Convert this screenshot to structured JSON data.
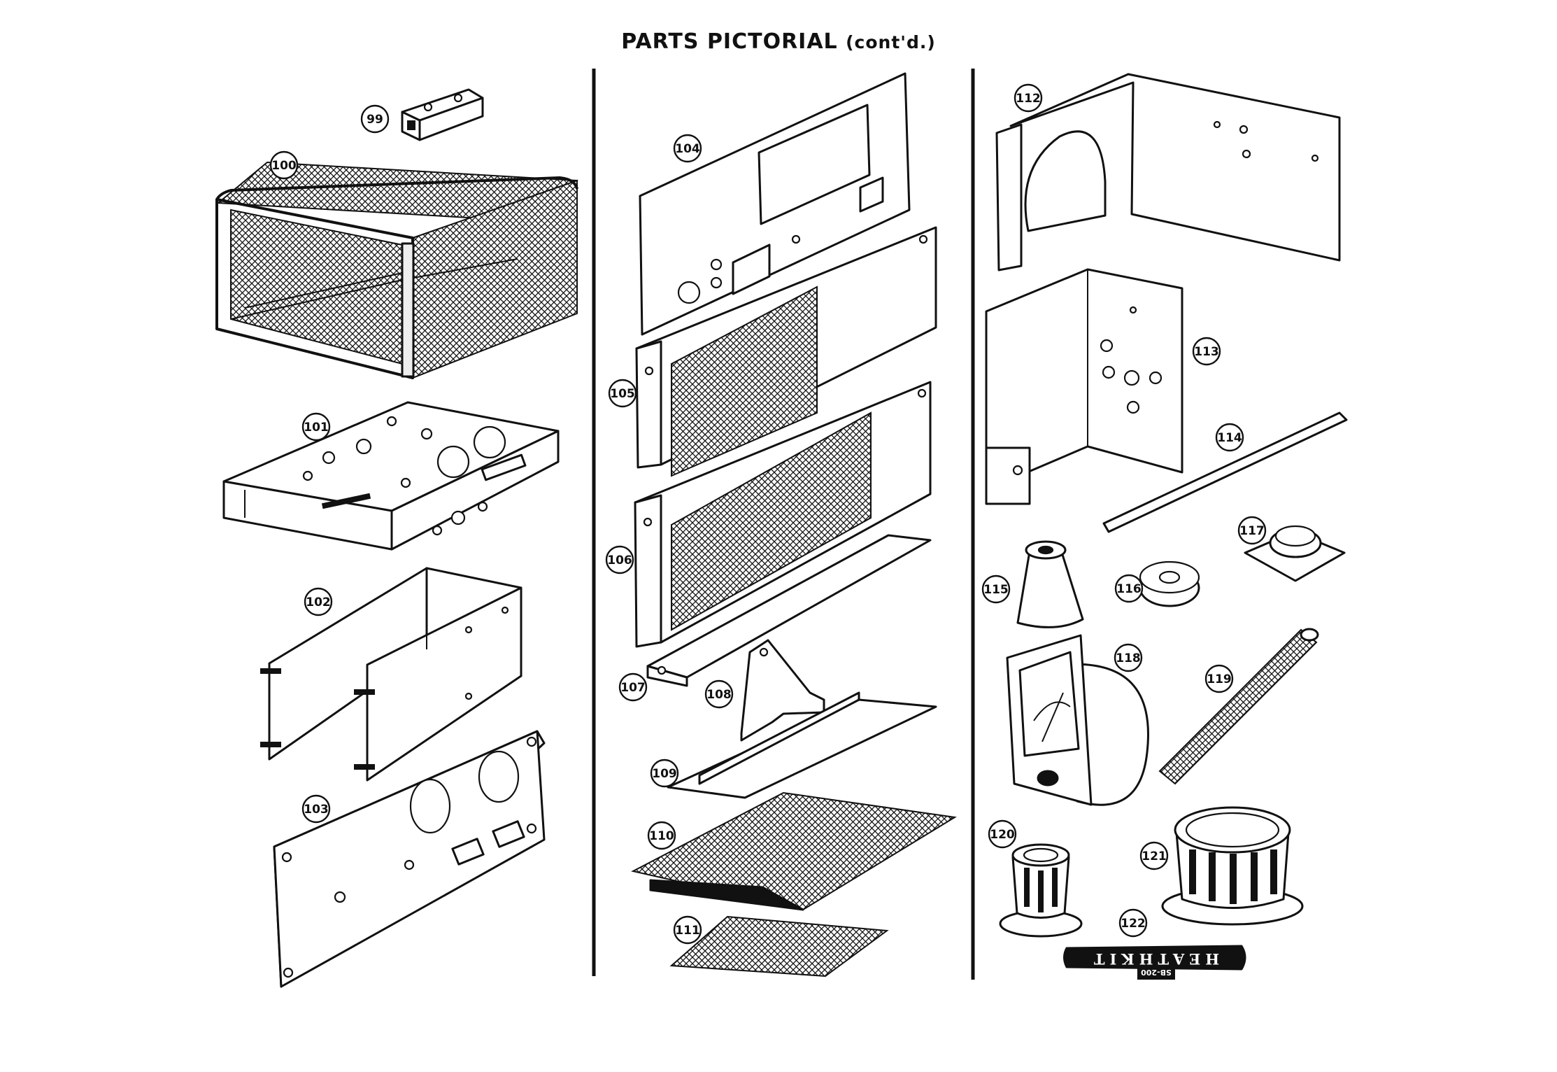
{
  "title": {
    "main": "PARTS PICTORIAL",
    "cont": "(cont'd.)"
  },
  "callouts": [
    "99",
    "100",
    "101",
    "102",
    "103",
    "104",
    "105",
    "106",
    "107",
    "108",
    "109",
    "110",
    "111",
    "112",
    "113",
    "114",
    "115",
    "116",
    "117",
    "118",
    "119",
    "120",
    "121",
    "122"
  ],
  "badge": {
    "brand": "HEATHKIT",
    "model": "SB-200"
  },
  "colors": {
    "ink": "#111111",
    "paper": "#ffffff"
  }
}
